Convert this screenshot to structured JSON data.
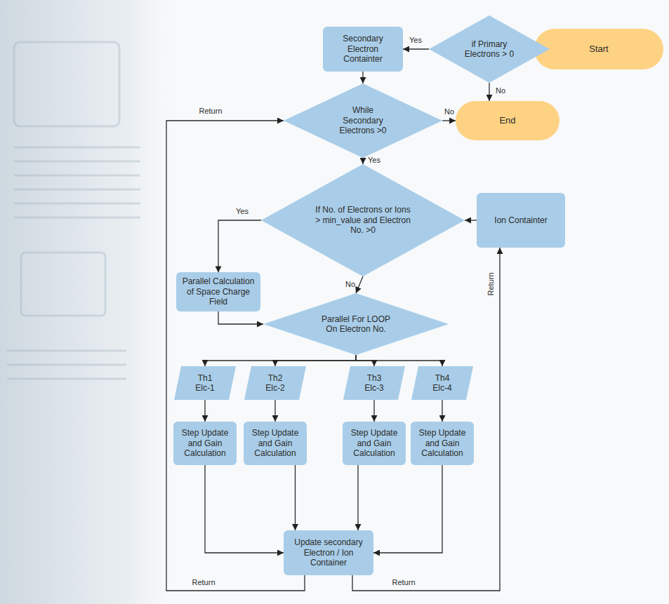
{
  "diagram": {
    "nodes": [
      {
        "text": [
          "Start"
        ]
      },
      {
        "text": [
          "if Primary Electrons > 0"
        ]
      },
      {
        "text": [
          "Secondary Electron Containter"
        ]
      },
      {
        "text": [
          "While Secondary Electrons >0"
        ]
      },
      {
        "text": [
          "End"
        ]
      },
      {
        "text": [
          "If No. of Electrons or Ions > min_value and Electron No. >0"
        ]
      },
      {
        "text": [
          "Ion Containter"
        ]
      },
      {
        "text": [
          "Parallel Calculation of Space Charge Field"
        ]
      },
      {
        "text": [
          "Parallel For LOOP On Electron No."
        ]
      },
      {
        "text": [
          "Th1 Elc-1"
        ]
      },
      {
        "text": [
          "Th2 Elc-2"
        ]
      },
      {
        "text": [
          "Th3 Elc-3"
        ]
      },
      {
        "text": [
          "Th4 Elc-4"
        ]
      },
      {
        "text": [
          "Step Update and Gain Calculation"
        ]
      },
      {
        "text": [
          "Step Update and Gain Calculation"
        ]
      },
      {
        "text": [
          "Step Update and Gain Calculation"
        ]
      },
      {
        "text": [
          "Step Update and Gain Calculation"
        ]
      },
      {
        "text": [
          "Update secondary Electron / Ion Container"
        ]
      }
    ],
    "edges": [
      {
        "from": 0,
        "to": 1,
        "arrow": "to"
      },
      {
        "from": 1,
        "to": 2,
        "label": "Yes",
        "arrow": "to"
      },
      {
        "from": 1,
        "to": 4,
        "label": "No",
        "arrow": "to"
      },
      {
        "from": 2,
        "to": 3,
        "arrow": "to"
      },
      {
        "from": 3,
        "to": 4,
        "label": "No",
        "arrow": "to"
      },
      {
        "from": 3,
        "to": 5,
        "label": "Yes",
        "arrow": "to"
      },
      {
        "from": 6,
        "to": 5,
        "arrow": "to"
      },
      {
        "from": 5,
        "to": 7,
        "label": "Yes",
        "arrow": "to"
      },
      {
        "from": 5,
        "to": 8,
        "label": "No",
        "arrow": "to"
      },
      {
        "from": 7,
        "to": 8,
        "arrow": "to"
      },
      {
        "from": 8,
        "to": 9,
        "arrow": "to"
      },
      {
        "from": 8,
        "to": 10,
        "arrow": "to"
      },
      {
        "from": 8,
        "to": 11,
        "arrow": "to"
      },
      {
        "from": 8,
        "to": 12,
        "arrow": "to"
      },
      {
        "from": 9,
        "to": 13,
        "arrow": "to"
      },
      {
        "from": 10,
        "to": 14,
        "arrow": "to"
      },
      {
        "from": 11,
        "to": 15,
        "arrow": "to"
      },
      {
        "from": 12,
        "to": 16,
        "arrow": "to"
      },
      {
        "from": 13,
        "to": 17,
        "arrow": "to"
      },
      {
        "from": 14,
        "to": 17,
        "arrow": "to"
      },
      {
        "from": 15,
        "to": 17,
        "arrow": "to"
      },
      {
        "from": 16,
        "to": 17,
        "arrow": "to"
      },
      {
        "from": 17,
        "to": 3,
        "label": "Return",
        "arrow": "to"
      },
      {
        "from": 17,
        "to": 6,
        "label": "Return",
        "arrow": "to"
      }
    ],
    "labels": [
      "Return",
      "Return"
    ]
  }
}
